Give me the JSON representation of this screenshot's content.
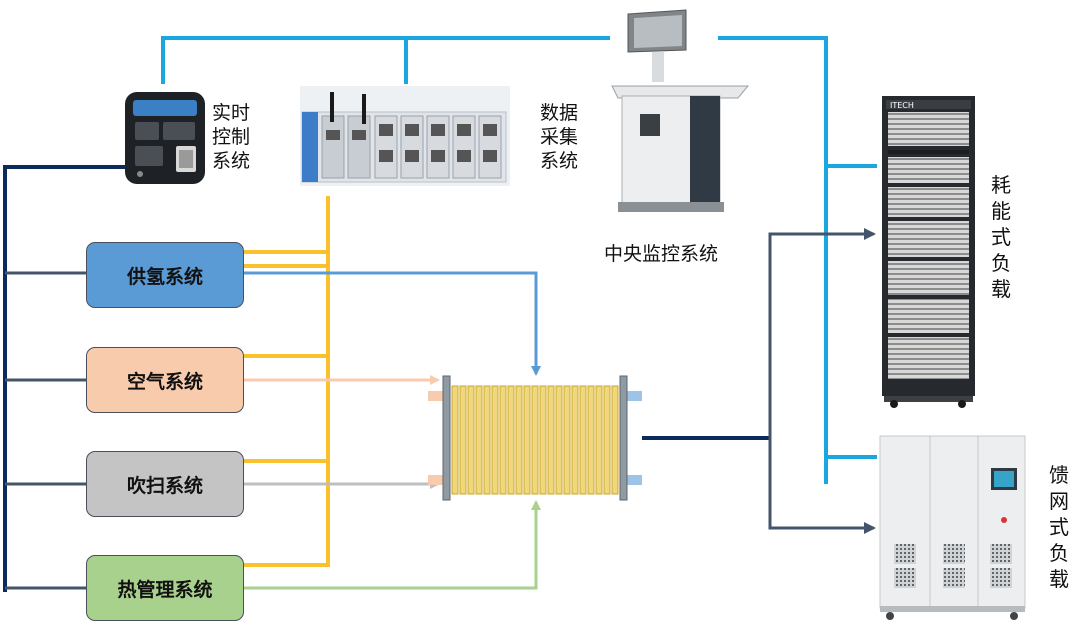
{
  "nodes": {
    "realtime_control": "实时控制系统",
    "data_acquisition": "数据采集系统",
    "central_monitor": "中央监控系统",
    "power_consuming_load": "耗能式负载",
    "grid_feedback_load": "馈网式负载"
  },
  "subsystems": [
    {
      "label": "供氢系统",
      "color": "#5b9bd5"
    },
    {
      "label": "空气系统",
      "color": "#f8cbad"
    },
    {
      "label": "吹扫系统",
      "color": "#c4c4c4"
    },
    {
      "label": "热管理系统",
      "color": "#a9d18e"
    }
  ],
  "devices": {
    "rack_brand": "ITECH"
  },
  "colors": {
    "control_bus": "#0c2a5c",
    "monitor_bus": "#1aa7e0",
    "acquisition_bus": "#fbc02d",
    "hydrogen_line": "#5b9bd5",
    "air_line": "#f8cbad",
    "purge_line": "#bfbfbf",
    "thermal_line": "#a9d18e",
    "load_line": "#44546a"
  }
}
